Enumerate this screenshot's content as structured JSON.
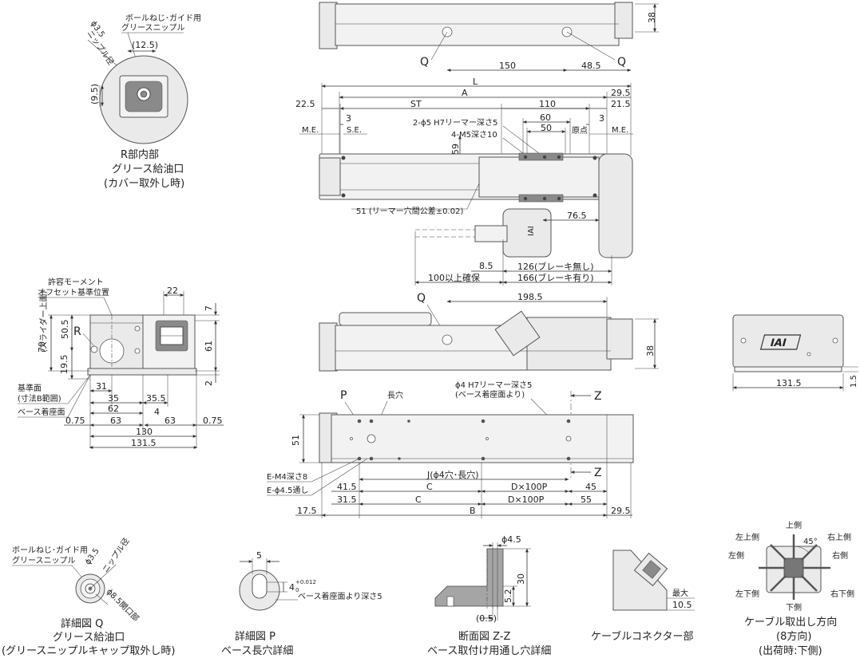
{
  "colors": {
    "line": "#333333",
    "part_fill": "#eaeaea",
    "detail_fill": "#8a8a8a",
    "background": "#ffffff"
  },
  "top_view": {
    "q_left": "Q",
    "q_right": "Q",
    "dim_150": "150",
    "dim_48_5": "48.5",
    "dim_38": "38"
  },
  "plan_view": {
    "L": "L",
    "A": "A",
    "ST": "ST",
    "d110": "110",
    "d29_5": "29.5",
    "d22_5": "22.5",
    "d21_5": "21.5",
    "me_left": "M.E.",
    "me_right": "M.E.",
    "se": "S.E.",
    "three_left": "3",
    "three_right": "3",
    "reamer": "2-ϕ5 H7リーマー深さ5",
    "d60": "60",
    "d50": "50",
    "m5": "4-M5深さ10",
    "origin": "原点",
    "d59": "59",
    "tolerance": "51 (リーマー穴間公差±0.02)",
    "d76_5": "76.5",
    "d8_5": "8.5",
    "d100": "100以上確保",
    "brake_off": "126(ブレーキ無し)",
    "brake_on": "166(ブレーキ有り)",
    "logo": "IAI"
  },
  "side_view": {
    "q": "Q",
    "d198_5": "198.5",
    "d38": "38"
  },
  "end_view": {
    "d131_5": "131.5",
    "d1_5": "1.5",
    "logo": "IAI"
  },
  "r_detail": {
    "nipple": "ボールねじ･ガイド用",
    "nipple2": "グリースニップル",
    "phi": "ϕ3.5",
    "phi2": "ニップル径",
    "d12_5": "(12.5)",
    "d9_5": "(9.5)",
    "caption1": "R部内部",
    "caption2": "グリース給油口",
    "caption3": "(カバー取外し時)"
  },
  "section_view": {
    "moment1": "許容モーメント",
    "moment2": "オフセット基準位置",
    "d22": "22",
    "d7": "7",
    "R": "R",
    "d70": "70",
    "slider": "(スライダー上面)",
    "d50_5": "50.5",
    "d61": "61",
    "d19_5": "19.5",
    "d2": "2",
    "ref1": "基準面",
    "ref2": "(寸法B範囲)",
    "base": "ベース着座面",
    "d31": "31",
    "d35": "35",
    "d62": "62",
    "d35_5": "35.5",
    "d4": "4",
    "d0_75a": "0.75",
    "d63a": "63",
    "d63b": "63",
    "d0_75b": "0.75",
    "d130": "130",
    "d131_5": "131.5"
  },
  "bottom_view": {
    "p": "P",
    "slot": "長穴",
    "hole1": "ϕ4 H7リーマー深さ5",
    "hole2": "(ベース着座面より)",
    "z_top": "Z",
    "z_bottom": "Z",
    "d51": "51",
    "em4": "E-M4深さ8",
    "e45": "E-ϕ4.5通し",
    "J": "J(ϕ4穴･長穴)",
    "d41_5": "41.5",
    "C1": "C",
    "DP1": "D×100P",
    "d45": "45",
    "d31_5": "31.5",
    "C2": "C",
    "DP2": "D×100P",
    "d55": "55",
    "d17_5": "17.5",
    "B": "B",
    "d29_5": "29.5"
  },
  "detail_q": {
    "nipple": "ボールねじ･ガイド用",
    "nipple2": "グリースニップル",
    "phi": "ϕ3.5",
    "phi2": "ニップル径",
    "open": "ϕ8.5開口部",
    "caption1": "詳細図 Q",
    "caption2": "グリース給油口",
    "caption3": "(グリースニップルキャップ取外し時)"
  },
  "detail_p": {
    "d5": "5",
    "d4": "4",
    "tol": "+0.012",
    "tol0": "0",
    "depth": "ベース着座面より深さ5",
    "caption1": "詳細図 P",
    "caption2": "ベース長穴詳細"
  },
  "section_zz": {
    "phi": "ϕ4.5",
    "d30": "30",
    "d5_2": "5.2",
    "d0_5": "(0.5)",
    "caption1": "断面図 Z-Z",
    "caption2": "ベース取付け用通し穴詳細"
  },
  "connector": {
    "max": "最大",
    "d10_5": "10.5",
    "caption": "ケーブルコネクター部"
  },
  "cable_dir": {
    "top": "上側",
    "top_left": "左上側",
    "top_right": "右上側",
    "left": "左側",
    "right": "右側",
    "bottom_left": "左下側",
    "bottom": "下側",
    "bottom_right": "右下側",
    "angle": "45°",
    "caption1": "ケーブル取出し方向",
    "caption2": "(8方向)",
    "caption3": "(出荷時:下側)"
  }
}
